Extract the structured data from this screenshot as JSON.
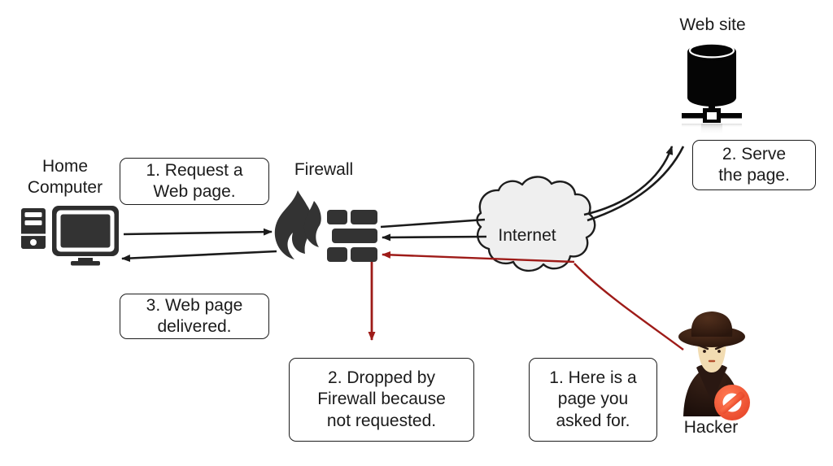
{
  "diagram": {
    "title_visible": false,
    "background": "#ffffff",
    "colors": {
      "ink": "#1b1b1b",
      "firewall_dark": "#333333",
      "cloud_fill": "#efefef",
      "cloud_stroke": "#1d1d1d",
      "red_arrow": "#9e1b18",
      "hacker_hat": "#3a1f14",
      "hacker_coat": "#241410",
      "hacker_skin": "#f2dcb2",
      "prohibition": "#f05a33"
    }
  },
  "labels": {
    "home_computer": "Home\nComputer",
    "firewall": "Firewall",
    "internet": "Internet",
    "website": "Web site",
    "hacker": "Hacker"
  },
  "callouts": {
    "request": "1. Request a\nWeb page.",
    "delivered": "3. Web page\ndelivered.",
    "dropped": "2. Dropped by\nFirewall because\nnot requested.",
    "here_is": "1. Here is a\npage you\nasked for.",
    "serve": "2. Serve\nthe page."
  },
  "icons": {
    "home_computer": "desktop-computer-icon",
    "firewall": "firewall-flame-brick-icon",
    "internet": "cloud-icon",
    "website": "database-server-icon",
    "hacker": "hacker-with-prohibition-icon"
  },
  "flows": [
    {
      "name": "computer-to-firewall",
      "label_ref": "request",
      "color": "#1b1b1b",
      "direction": "right"
    },
    {
      "name": "firewall-to-computer",
      "label_ref": "delivered",
      "color": "#1b1b1b",
      "direction": "left"
    },
    {
      "name": "firewall-to-internet-request",
      "color": "#1b1b1b",
      "direction": "right"
    },
    {
      "name": "internet-to-website-request",
      "label_ref": "serve",
      "color": "#1b1b1b",
      "direction": "up"
    },
    {
      "name": "website-to-internet-response",
      "color": "#1b1b1b",
      "direction": "down"
    },
    {
      "name": "internet-to-firewall-response",
      "color": "#1b1b1b",
      "direction": "left"
    },
    {
      "name": "hacker-to-internet",
      "label_ref": "here_is",
      "color": "#9e1b18",
      "direction": "up-left"
    },
    {
      "name": "internet-to-firewall-malicious",
      "color": "#9e1b18",
      "direction": "left"
    },
    {
      "name": "firewall-drop-packet",
      "label_ref": "dropped",
      "color": "#9e1b18",
      "direction": "down"
    }
  ]
}
